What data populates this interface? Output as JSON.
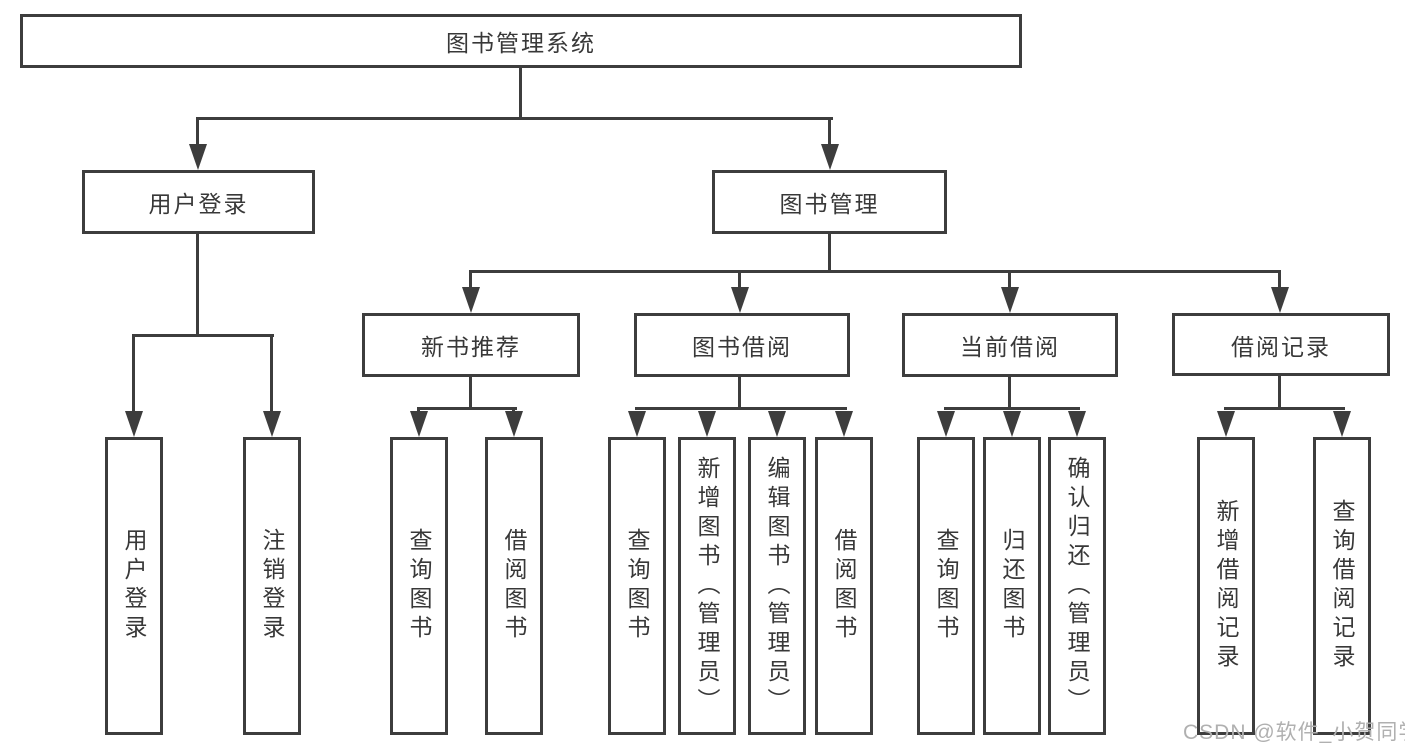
{
  "diagram": {
    "type": "hierarchy-tree",
    "title": "图书管理系统",
    "line_color": "#3d3d3d",
    "text_color": "#383838",
    "box_background": "#ffffff",
    "root": {
      "label": "图书管理系统"
    },
    "branches": [
      {
        "label": "用户登录",
        "children": [
          {
            "label": "用户登录"
          },
          {
            "label": "注销登录"
          }
        ]
      },
      {
        "label": "图书管理",
        "children": [
          {
            "label": "新书推荐",
            "children": [
              {
                "label": "查询图书"
              },
              {
                "label": "借阅图书"
              }
            ]
          },
          {
            "label": "图书借阅",
            "children": [
              {
                "label": "查询图书"
              },
              {
                "label": "新增图书（管理员）"
              },
              {
                "label": "编辑图书（管理员）"
              },
              {
                "label": "借阅图书"
              }
            ]
          },
          {
            "label": "当前借阅",
            "children": [
              {
                "label": "查询图书"
              },
              {
                "label": "归还图书"
              },
              {
                "label": "确认归还（管理员）"
              }
            ]
          },
          {
            "label": "借阅记录",
            "children": [
              {
                "label": "新增借阅记录"
              },
              {
                "label": "查询借阅记录"
              }
            ]
          }
        ]
      }
    ],
    "watermark": {
      "text": "CSDN @软件_小贺同学",
      "color": "#b0b0b0"
    }
  }
}
